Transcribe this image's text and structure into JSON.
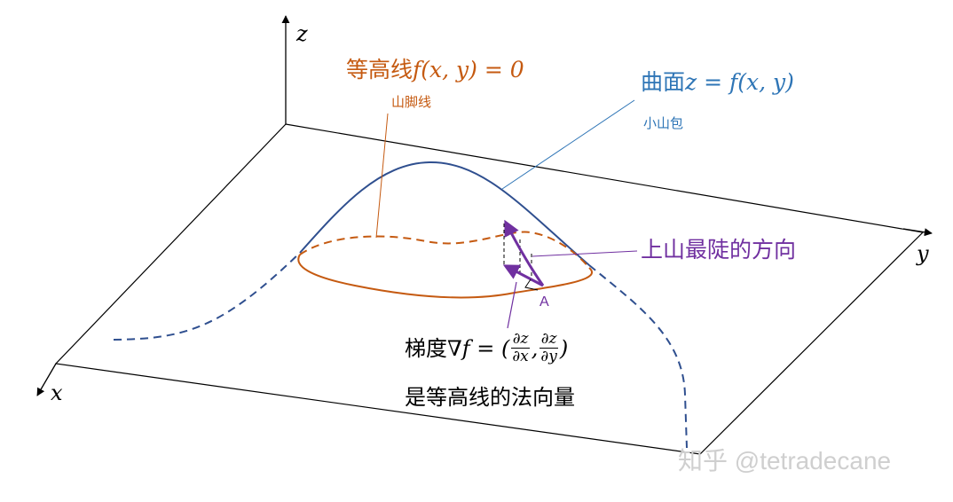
{
  "axes": {
    "x": "x",
    "y": "y",
    "z": "z"
  },
  "labels": {
    "contour_prefix": "等高线",
    "contour_formula": "f(x, y) = 0",
    "contour_note": "山脚线",
    "surface_prefix": "曲面",
    "surface_formula": "z = f(x, y)",
    "surface_note": "小山包",
    "steepest": "上山最陡的方向",
    "point": "A",
    "gradient_prefix": "梯度",
    "gradient_nabla": "∇f = (",
    "gradient_num1": "∂z",
    "gradient_den1": "∂x",
    "gradient_comma": ",",
    "gradient_num2": "∂z",
    "gradient_den2": "∂y",
    "gradient_close": ")",
    "gradient_line2": "是等高线的法向量",
    "watermark": "知乎 @tetradecane"
  },
  "colors": {
    "contour": "#c55a11",
    "surface": "#2e75b6",
    "surface_curve": "#2f4f8f",
    "steepest": "#7030a0",
    "axis": "#000000",
    "watermark": "#cfcfcf"
  }
}
